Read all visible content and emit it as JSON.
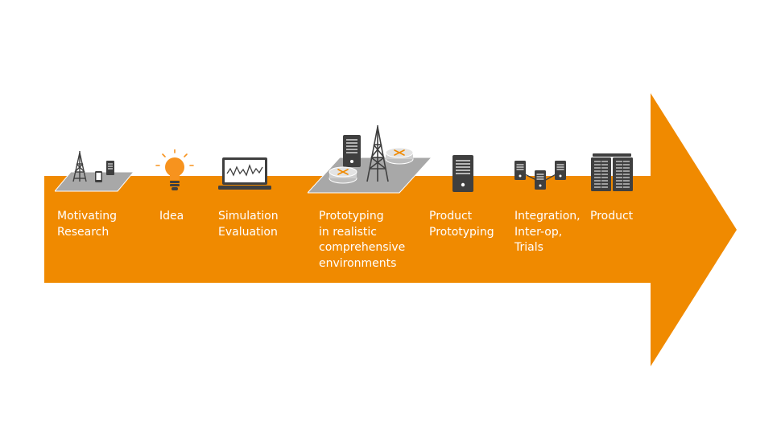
{
  "colors": {
    "arrow": "#f08a00",
    "icon_dark": "#3f3f3f",
    "icon_gray": "#a8a8a8",
    "bulb": "#f7931e",
    "label_text": "#ffffff"
  },
  "stages": [
    {
      "label": "Motivating\nResearch",
      "icon": "tower-device-platform-icon"
    },
    {
      "label": "Idea",
      "icon": "lightbulb-icon"
    },
    {
      "label": "Simulation\nEvaluation",
      "icon": "laptop-graph-icon"
    },
    {
      "label": "Prototyping\nin realistic\ncomprehensive\nenvironments",
      "icon": "tower-servers-routers-platform-icon"
    },
    {
      "label": "Product\nPrototyping",
      "icon": "server-icon"
    },
    {
      "label": "Integration,\nInter-op,\nTrials",
      "icon": "networked-servers-icon"
    },
    {
      "label": "Product",
      "icon": "server-rack-icon"
    }
  ]
}
